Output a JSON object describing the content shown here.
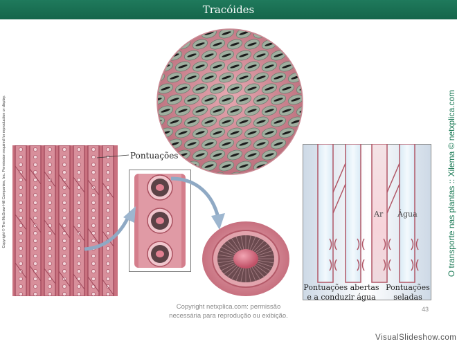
{
  "slide": {
    "title": "Tracóides",
    "page_number": "43",
    "left_copyright": "Copyright © The McGraw-Hill Companies, Inc. Permission required for reproduction or display.",
    "right_credit": "O transporte nas plantas :: Xilema © netxplica.com",
    "footer_copyright_line1": "Copyright netxplica.com: permissão",
    "footer_copyright_line2": "necessária para reprodução ou exibição.",
    "brand": "VisualSlideshow.com"
  },
  "figure": {
    "label_pontuacoes": "Pontuações",
    "label_ar": "Ar",
    "label_agua": "Água",
    "caption_open_line1": "Pontuações abertas",
    "caption_open_line2": "e a conduzir água",
    "caption_sealed_line1": "Pontuações",
    "caption_sealed_line2": "seladas"
  },
  "colors": {
    "title_bar": "#1f7a5c",
    "credit_text": "#1a7a55",
    "tissue_pink": "#d98b96",
    "tissue_dark": "#a14556",
    "pit_gray": "#9aa79b"
  }
}
